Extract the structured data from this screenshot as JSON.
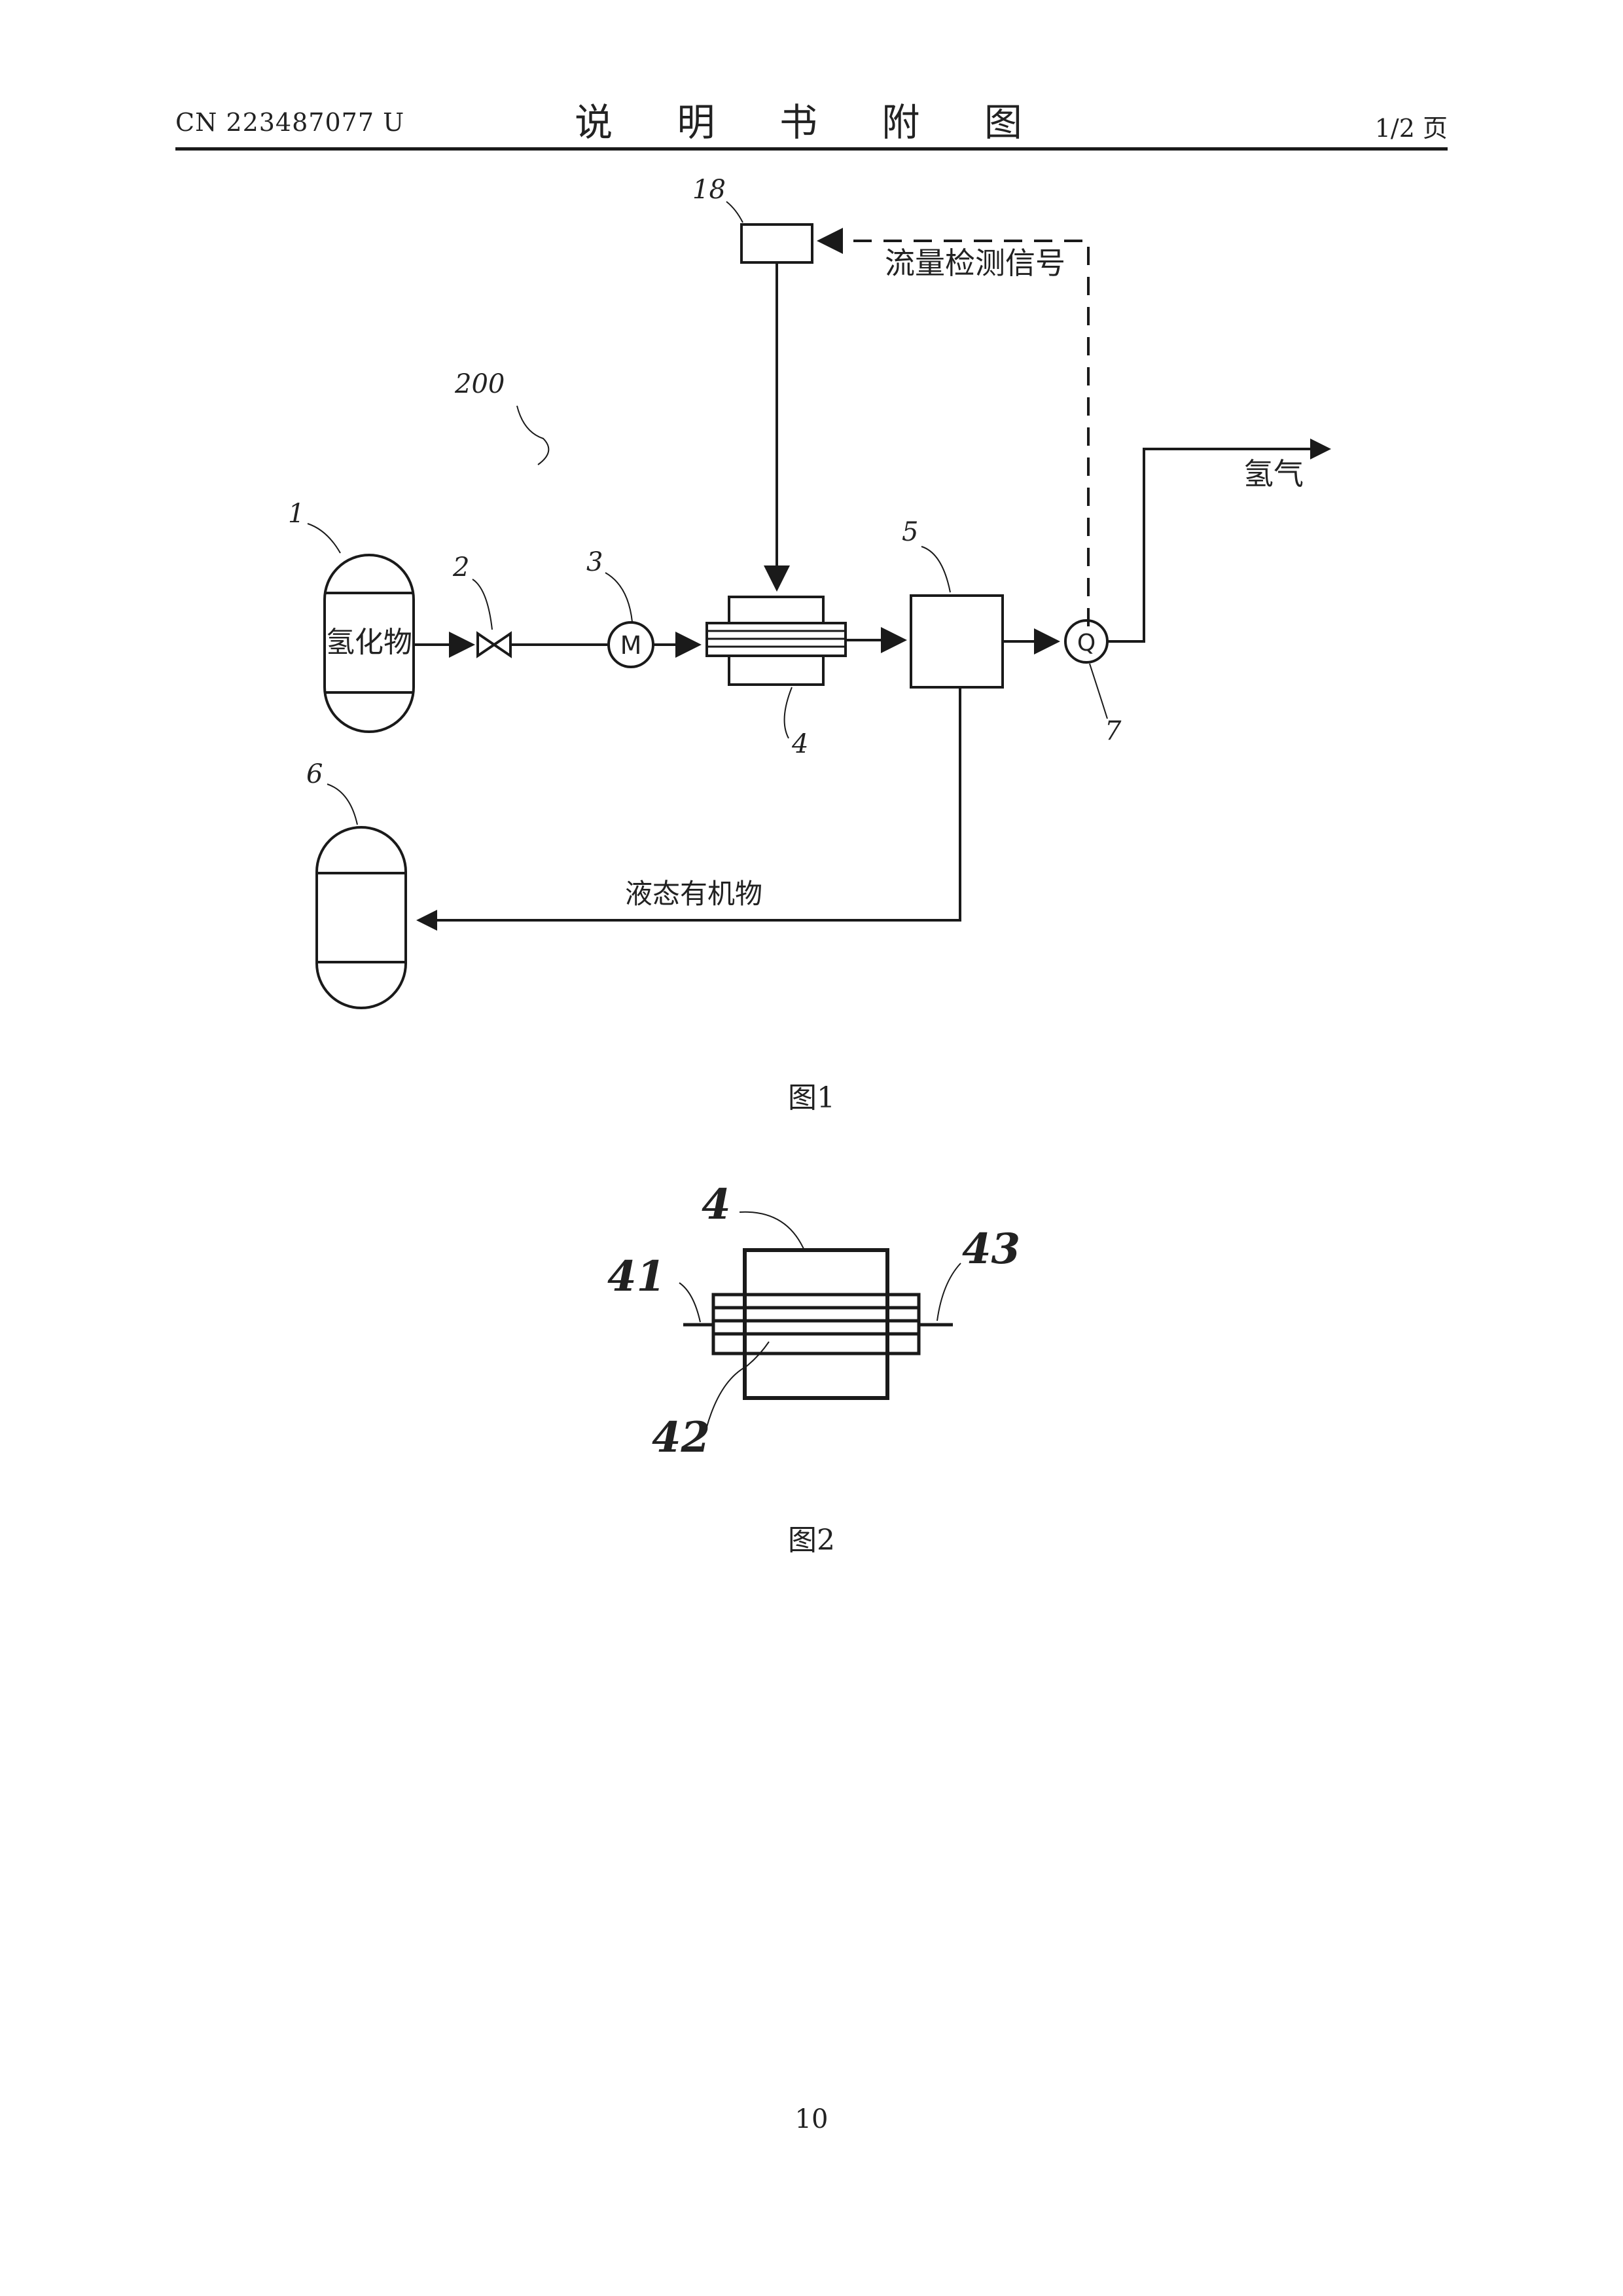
{
  "header": {
    "publication_number": "CN 223487077 U",
    "document_title": "说 明 书 附 图",
    "page_count": "1/2 页"
  },
  "figure1": {
    "caption": "图1",
    "system_label": "200",
    "components": {
      "tank_1": {
        "number": "1",
        "label": "氢化物"
      },
      "valve_2": {
        "number": "2"
      },
      "pump_3": {
        "number": "3",
        "symbol": "M"
      },
      "reactor_4": {
        "number": "4"
      },
      "separator_5": {
        "number": "5"
      },
      "tank_6": {
        "number": "6"
      },
      "flowmeter_7": {
        "number": "7",
        "symbol": "Q"
      },
      "controller_18": {
        "number": "18"
      }
    },
    "labels": {
      "flow_signal": "流量检测信号",
      "hydrogen": "氢气",
      "liquid_organic": "液态有机物"
    }
  },
  "figure2": {
    "caption": "图2",
    "labels": {
      "body": "4",
      "inlet": "41",
      "tubes": "42",
      "outlet": "43"
    }
  },
  "footer": {
    "page_number": "10"
  }
}
